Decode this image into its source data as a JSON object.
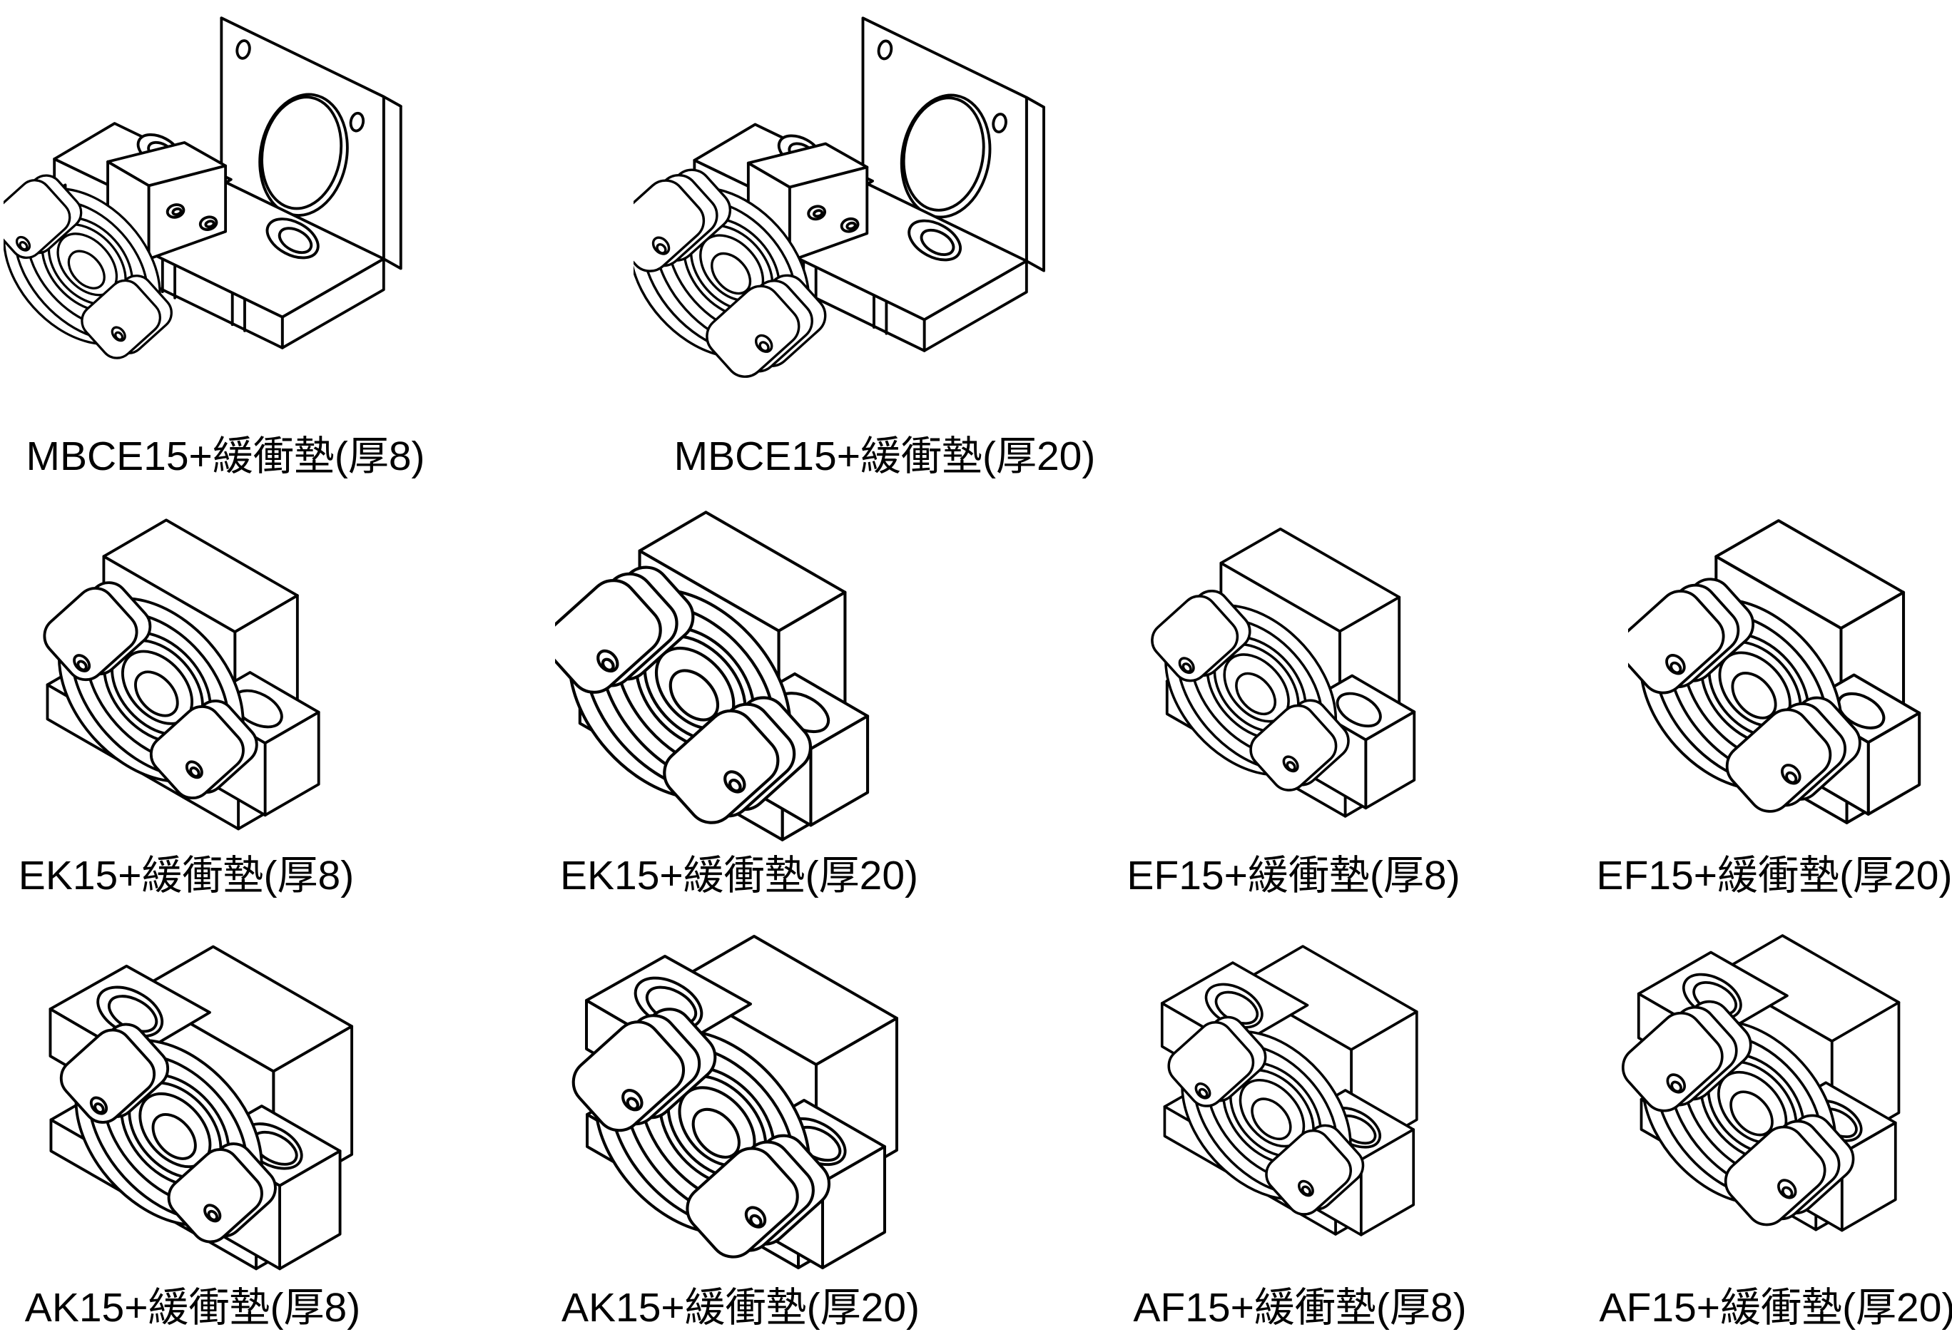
{
  "sheet": {
    "background": "#ffffff",
    "line_color": "#000000",
    "text_color": "#000000",
    "rows": 3,
    "figure_count": 10,
    "component_name": "緩衝墊"
  },
  "figures": [
    {
      "model": "MBCE15",
      "component": "緩衝墊",
      "thickness": "厚8",
      "label": "MBCE15+緩衝墊(厚8)"
    },
    {
      "model": "MBCE15",
      "component": "緩衝墊",
      "thickness": "厚20",
      "label": "MBCE15+緩衝墊(厚20)"
    },
    {
      "model": "EK15",
      "component": "緩衝墊",
      "thickness": "厚8",
      "label": "EK15+緩衝墊(厚8)"
    },
    {
      "model": "EK15",
      "component": "緩衝墊",
      "thickness": "厚20",
      "label": "EK15+緩衝墊(厚20)"
    },
    {
      "model": "EF15",
      "component": "緩衝墊",
      "thickness": "厚8",
      "label": "EF15+緩衝墊(厚8)"
    },
    {
      "model": "EF15",
      "component": "緩衝墊",
      "thickness": "厚20",
      "label": "EF15+緩衝墊(厚20)"
    },
    {
      "model": "AK15",
      "component": "緩衝墊",
      "thickness": "厚8",
      "label": "AK15+緩衝墊(厚8)"
    },
    {
      "model": "AK15",
      "component": "緩衝墊",
      "thickness": "厚20",
      "label": "AK15+緩衝墊(厚20)"
    },
    {
      "model": "AF15",
      "component": "緩衝墊",
      "thickness": "厚8",
      "label": "AF15+緩衝墊(厚8)"
    },
    {
      "model": "AF15",
      "component": "緩衝墊",
      "thickness": "厚20",
      "label": "AF15+緩衝墊(厚20)"
    }
  ]
}
